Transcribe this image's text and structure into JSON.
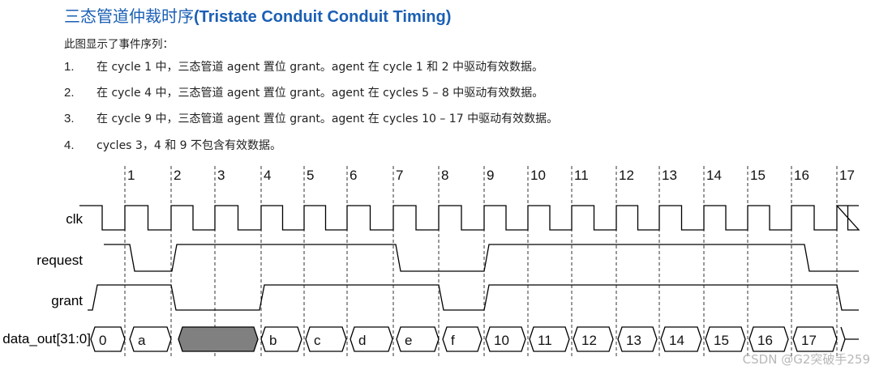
{
  "title_cn": "三态管道仲裁时序",
  "title_en": "(Tristate Conduit Conduit Timing)",
  "intro": "此图显示了事件序列：",
  "items": [
    {
      "num": "1.",
      "text": "在 cycle 1 中，三态管道 agent 置位 grant。agent 在 cycle 1 和 2 中驱动有效数据。"
    },
    {
      "num": "2.",
      "text": "在 cycle 4 中，三态管道 agent 置位 grant。agent 在 cycles 5 – 8 中驱动有效数据。"
    },
    {
      "num": "3.",
      "text": "在 cycle 9 中，三态管道 agent 置位 grant。agent 在 cycles 10 – 17 中驱动有效数据。"
    },
    {
      "num": "4.",
      "text": "cycles 3，4 和 9 不包含有效数据。"
    }
  ],
  "cycle_labels": [
    "1",
    "2",
    "3",
    "4",
    "5",
    "6",
    "7",
    "8",
    "9",
    "10",
    "11",
    "12",
    "13",
    "14",
    "15",
    "16",
    "17"
  ],
  "signals": {
    "clk": "clk",
    "request": "request",
    "grant": "grant",
    "data_out": "data_out[31:0]"
  },
  "data_values": [
    "0",
    "a",
    "",
    "b",
    "c",
    "d",
    "e",
    "f",
    "10",
    "11",
    "12",
    "13",
    "14",
    "15",
    "16",
    "17"
  ],
  "watermark": "CSDN @G2突破手259",
  "colors": {
    "title": "#1a5fb4",
    "invalid_fill": "#808080",
    "line": "#000000"
  }
}
